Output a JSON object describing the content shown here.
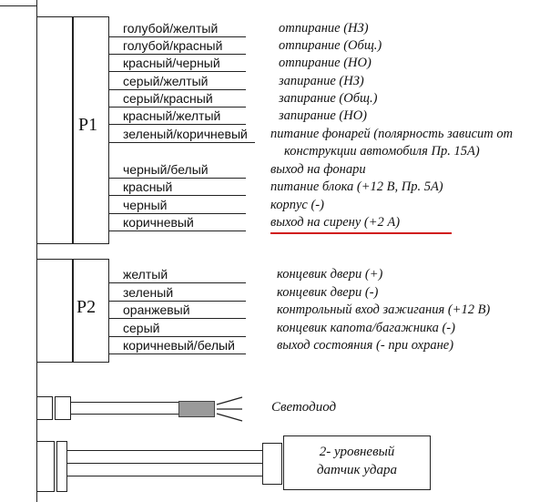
{
  "p1": {
    "label": "P1",
    "wires": [
      {
        "wire": "голубой/желтый",
        "desc": "отпирание (НЗ)"
      },
      {
        "wire": "голубой/красный",
        "desc": "отпирание (Общ.)"
      },
      {
        "wire": "красный/черный",
        "desc": "отпирание (НО)"
      },
      {
        "wire": "серый/желтый",
        "desc": "запирание (НЗ)"
      },
      {
        "wire": "серый/красный",
        "desc": "запирание (Общ.)"
      },
      {
        "wire": "красный/желтый",
        "desc": "запирание (НО)"
      },
      {
        "wire": "зеленый/коричневый",
        "desc": "питание фонарей (полярность зависит от",
        "desc2": "конструкции автомобиля Пр. 15А)"
      },
      {
        "wire": "черный/белый",
        "desc": "выход на фонари"
      },
      {
        "wire": "красный",
        "desc": "питание блока (+12 В, Пр. 5А)"
      },
      {
        "wire": "черный",
        "desc": "корпус (-)"
      },
      {
        "wire": "коричневый",
        "desc": "выход на сирену (+2 А)"
      }
    ]
  },
  "p2": {
    "label": "P2",
    "wires": [
      {
        "wire": "желтый",
        "desc": "концевик двери (+)"
      },
      {
        "wire": "зеленый",
        "desc": "концевик двери (-)"
      },
      {
        "wire": "оранжевый",
        "desc": "контрольный вход зажигания (+12 В)"
      },
      {
        "wire": "серый",
        "desc": "концевик капота/багажника (-)"
      },
      {
        "wire": "коричневый/белый",
        "desc": "выход состояния (- при охране)"
      }
    ]
  },
  "led": {
    "label": "Светодиод"
  },
  "sensor": {
    "line1": "2- уровневый",
    "line2": "датчик удара"
  },
  "colors": {
    "highlight": "#d11a1a",
    "led_fill": "#9a9a9a"
  }
}
